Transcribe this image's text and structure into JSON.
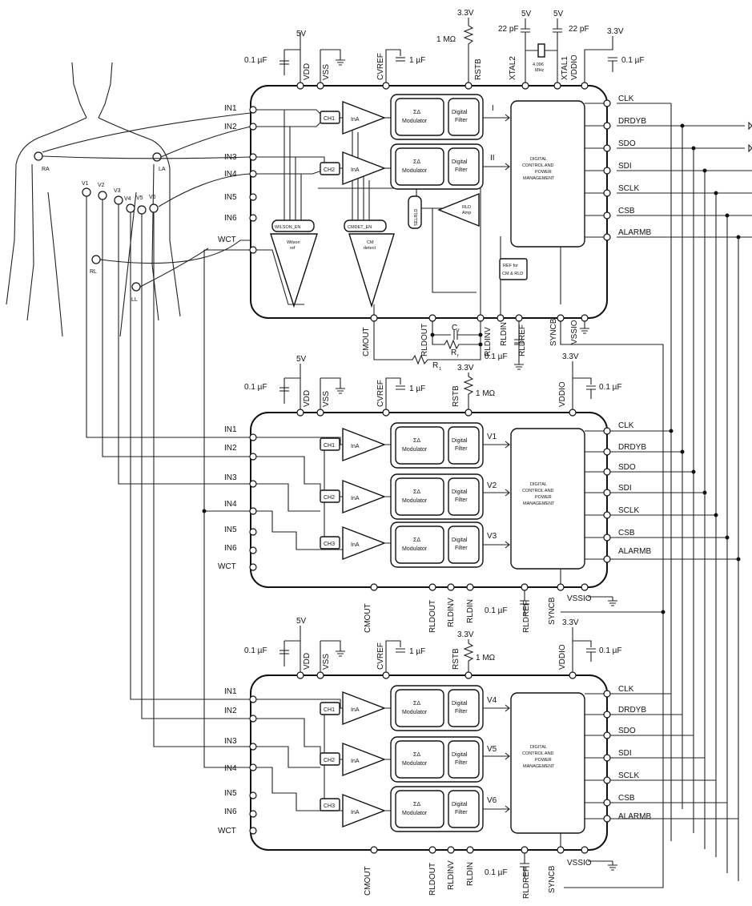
{
  "body": {
    "electrodes": [
      "RA",
      "LA",
      "V1",
      "V2",
      "V3",
      "V4",
      "V5",
      "V6",
      "RL",
      "LL"
    ]
  },
  "power": {
    "v5": "5V",
    "v33": "3.3V",
    "cap01": "0.1 µF",
    "cap1": "1 µF",
    "res1m": "1 MΩ",
    "cap22": "22 pF",
    "crystal_freq": "4.096",
    "crystal_unit": "MHz"
  },
  "pins": {
    "inputs": [
      "IN1",
      "IN2",
      "IN3",
      "IN4",
      "IN5",
      "IN6",
      "WCT"
    ],
    "digital": [
      "CLK",
      "DRDYB",
      "SDO",
      "SDI",
      "SCLK",
      "CSB",
      "ALARMB"
    ],
    "vdd": "VDD",
    "vss": "VSS",
    "cvref": "CVREF",
    "rstb": "RSTB",
    "xtal1": "XTAL1",
    "xtal2": "XTAL2",
    "vddio": "VDDIO",
    "vssio": "VSSIO",
    "cmout": "CMOUT",
    "rldout": "RLDOUT",
    "rldinv": "RLDINV",
    "rldin": "RLDIN",
    "rldref": "RLDREF",
    "syncb": "SYNCB"
  },
  "blocks": {
    "inamp": "InA",
    "modulator_sym": "ΣΔ",
    "modulator": "Modulator",
    "filter_l1": "Digital",
    "filter_l2": "Filter",
    "dcpm": [
      "DIGITAL",
      "CONTROL AND",
      "POWER",
      "MANAGEMENT"
    ],
    "wilson_en": "WILSON_EN",
    "cmdet_en": "CMDET_EN",
    "wilson_ref_l1": "Wilson",
    "wilson_ref_l2": "ref",
    "cm_detect_l1": "CM",
    "cm_detect_l2": "detect",
    "rld_amp_l1": "RLD",
    "rld_amp_l2": "Amp",
    "rld_mux": "SELRLD",
    "ref_l1": "REF for",
    "ref_l2": "CM & RLD"
  },
  "chips": [
    {
      "channels": [
        "CH1",
        "CH2"
      ],
      "outputs": [
        "I",
        "II"
      ]
    },
    {
      "channels": [
        "CH1",
        "CH2",
        "CH3"
      ],
      "outputs": [
        "V1",
        "V2",
        "V3"
      ]
    },
    {
      "channels": [
        "CH1",
        "CH2",
        "CH3"
      ],
      "outputs": [
        "V4",
        "V5",
        "V6"
      ]
    }
  ],
  "feedback": {
    "cf": "C",
    "cf_sub": "f",
    "rf": "R",
    "rf_sub": "f",
    "r1": "R",
    "r1_sub": "1"
  }
}
